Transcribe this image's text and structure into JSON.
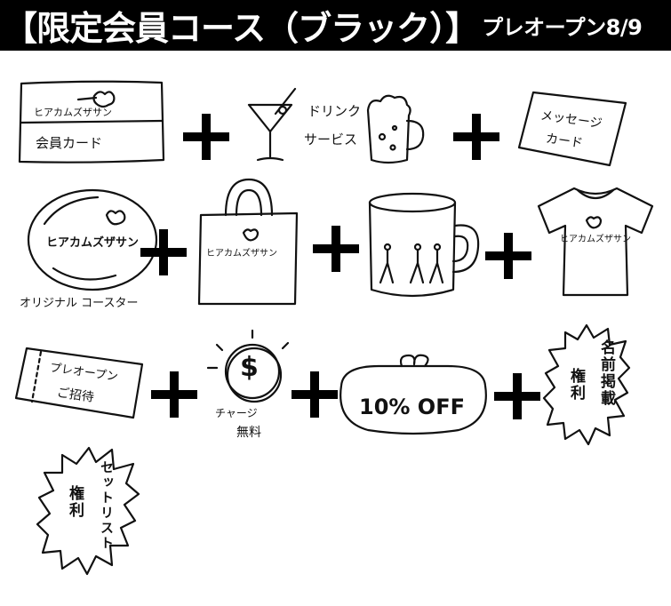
{
  "banner": {
    "title": "【限定会員コース（ブラック）】",
    "subtitle": "プレオープン8/9"
  },
  "items": {
    "member_card": {
      "band": "ヒアカムズザサン",
      "label": "会員カード"
    },
    "drink": {
      "line1": "ドリンク",
      "line2": "サービス"
    },
    "message_card": {
      "line1": "メッセージ",
      "line2": "カード"
    },
    "coaster": {
      "disc": "ヒアカムズザサン",
      "label": "オリジナル コースター"
    },
    "tote": {
      "text": "ヒアカムズザサン"
    },
    "tshirt": {
      "text": "ヒアカムズザサン"
    },
    "preopen": {
      "line1": "プレオープン",
      "line2": "ご招待"
    },
    "charge": {
      "symbol": "$",
      "line1": "チャージ",
      "line2": "無料"
    },
    "discount": {
      "text": "10% OFF"
    },
    "name_listing": {
      "col1": "名前掲載",
      "col2": "権利"
    },
    "setlist": {
      "col1": "セットリスト",
      "col2": "権利"
    }
  },
  "colors": {
    "banner_bg": "#000000",
    "banner_text": "#ffffff",
    "ink": "#111111"
  }
}
